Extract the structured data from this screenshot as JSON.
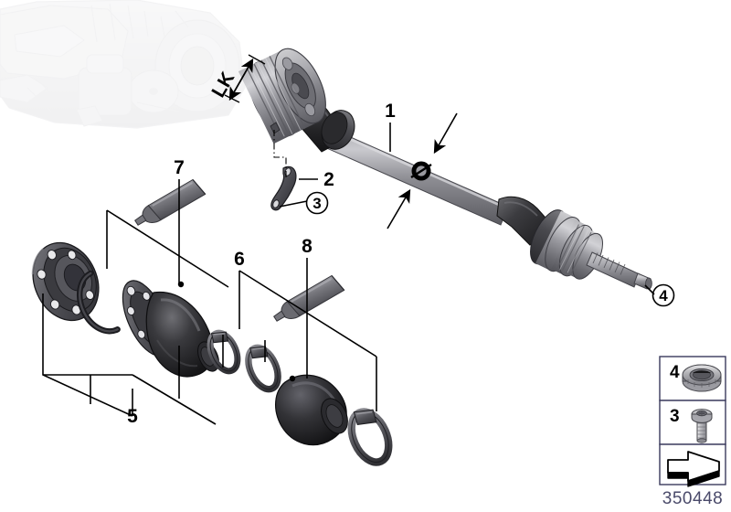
{
  "diagram": {
    "number": "350448",
    "background_color": "#ffffff",
    "line_color": "#000000",
    "metal_color": "#8a8a8f",
    "rubber_color": "#2e2e30",
    "ghost_color": "#c8c8cc"
  },
  "dimension_labels": [
    {
      "id": "lk",
      "text": "LK",
      "meaning": "bolt-circle-diameter"
    },
    {
      "id": "diameter",
      "text": "Ø",
      "meaning": "shaft-diameter"
    }
  ],
  "callouts": [
    {
      "id": "1",
      "label": "1",
      "part": "output-shaft-assembly"
    },
    {
      "id": "2",
      "label": "2",
      "part": "securing-bracket"
    },
    {
      "id": "3",
      "label": "3",
      "part": "torx-bolt",
      "circled": true
    },
    {
      "id": "4",
      "label": "4",
      "part": "collar-nut",
      "circled": true
    },
    {
      "id": "5",
      "label": "5",
      "part": "inner-joint-repair-kit"
    },
    {
      "id": "6",
      "label": "6",
      "part": "clamp-set"
    },
    {
      "id": "7",
      "label": "7",
      "part": "grease-tube-inner"
    },
    {
      "id": "8",
      "label": "8",
      "part": "grease-tube-outer"
    }
  ],
  "legend": {
    "rows": [
      {
        "number": "4",
        "icon": "collar-nut-icon",
        "name": "collar-nut"
      },
      {
        "number": "3",
        "icon": "torx-bolt-icon",
        "name": "torx-bolt"
      },
      {
        "number": "",
        "icon": "direction-arrow-icon",
        "name": "direction-of-travel"
      }
    ],
    "diagram_number": "350448"
  },
  "components": [
    {
      "id": "ghost-differential",
      "name": "differential-housing-ghosted",
      "interactive": false
    },
    {
      "id": "inner-cv-joint",
      "name": "inner-constant-velocity-joint",
      "interactive": false
    },
    {
      "id": "drive-shaft",
      "name": "drive-shaft-tube",
      "interactive": false
    },
    {
      "id": "outer-cv-joint",
      "name": "outer-constant-velocity-joint",
      "interactive": false
    },
    {
      "id": "splined-end",
      "name": "splined-shaft-end",
      "interactive": false
    },
    {
      "id": "flange-cover",
      "name": "joint-flange-cover",
      "interactive": false
    },
    {
      "id": "circlip",
      "name": "snap-ring-circlip",
      "interactive": false
    },
    {
      "id": "boot-flange",
      "name": "boot-with-flange",
      "interactive": false
    },
    {
      "id": "clamp-a",
      "name": "band-clamp-small",
      "interactive": false
    },
    {
      "id": "clamp-b",
      "name": "band-clamp-medium",
      "interactive": false
    },
    {
      "id": "outer-boot",
      "name": "outer-joint-boot",
      "interactive": false
    },
    {
      "id": "clamp-c",
      "name": "band-clamp-large",
      "interactive": false
    },
    {
      "id": "grease-tube-7",
      "name": "grease-tube",
      "interactive": false
    },
    {
      "id": "grease-tube-8",
      "name": "grease-tube",
      "interactive": false
    },
    {
      "id": "bracket-2",
      "name": "securing-bracket",
      "interactive": false
    }
  ]
}
